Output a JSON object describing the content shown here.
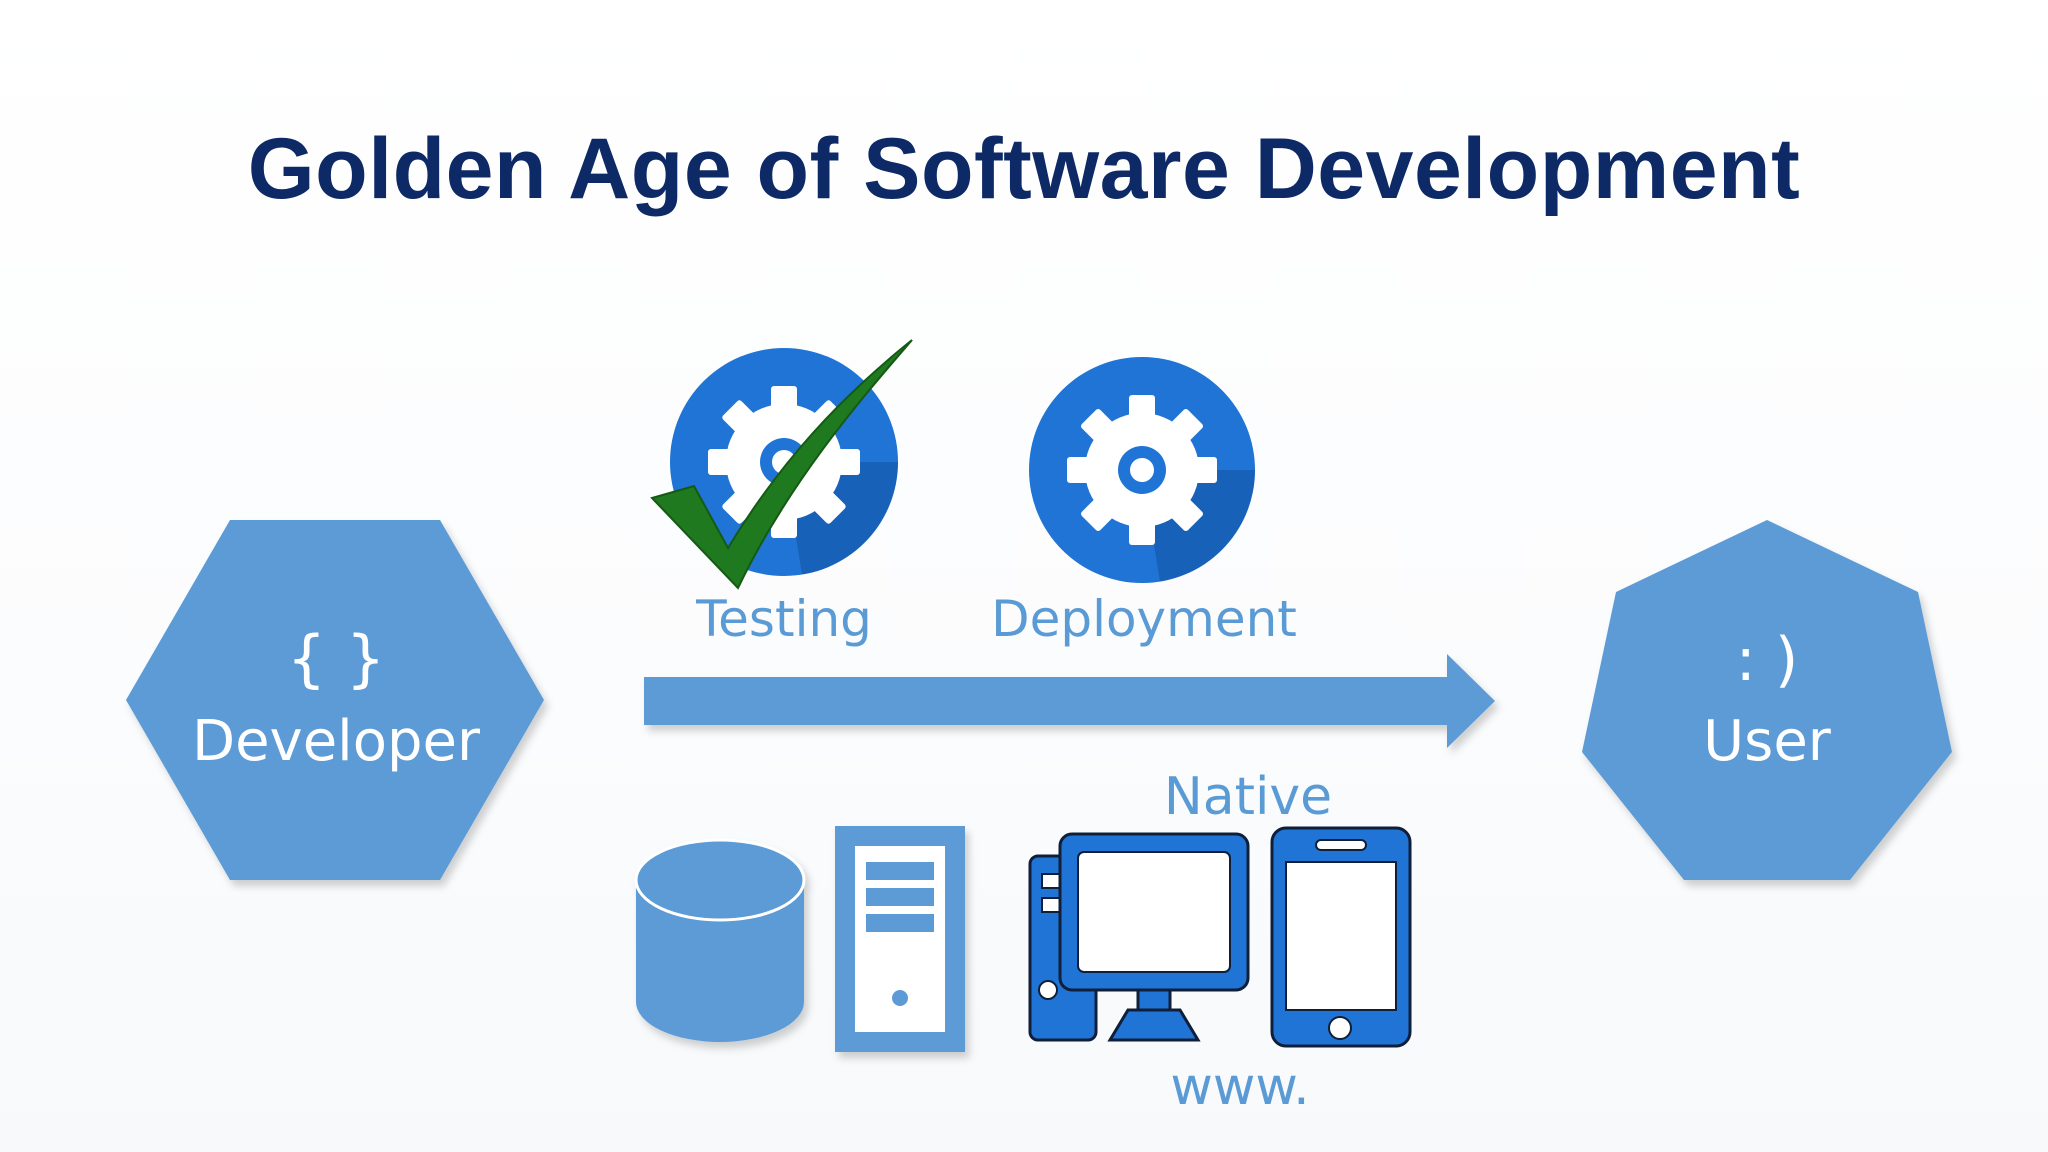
{
  "slide": {
    "title": "Golden Age of Software Development"
  },
  "developer": {
    "symbol": "{ }",
    "label": "Developer"
  },
  "user": {
    "symbol": ": )",
    "label": "User"
  },
  "pipeline": {
    "testing_label": "Testing",
    "deployment_label": "Deployment"
  },
  "platforms": {
    "native_label": "Native",
    "web_label": "www."
  },
  "colors": {
    "shape_blue": "#5b9bd5",
    "icon_blue": "#1f74d6",
    "title_navy": "#0e2a66",
    "check_green": "#1f7a1f"
  }
}
